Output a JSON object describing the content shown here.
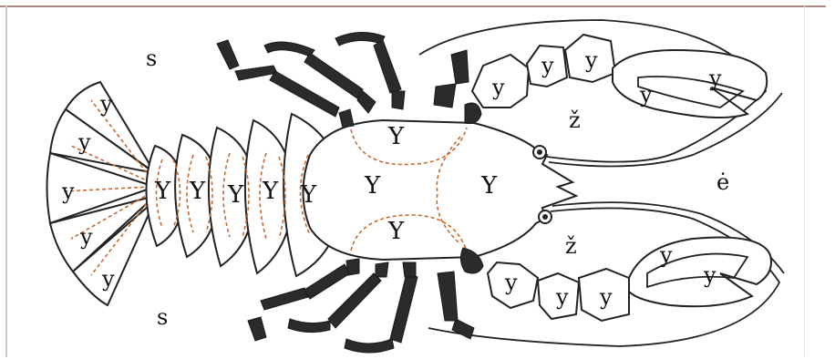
{
  "labels": {
    "s_top": "s",
    "s_bottom": "s",
    "e_dot": "ė",
    "z_top": "ž",
    "z_bottom": "ž",
    "tail_y1": "y",
    "tail_y2": "y",
    "tail_y3": "y",
    "tail_y4": "y",
    "tail_y5": "y",
    "abd_Y1": "Y",
    "abd_Y2": "Y",
    "abd_Y3": "Y",
    "abd_Y4": "Y",
    "abd_Y5": "Y",
    "ceph_Y_left": "Y",
    "ceph_Y_top": "Y",
    "ceph_Y_center": "Y",
    "ceph_Y_bottom": "Y",
    "claw_top_y1": "y",
    "claw_top_y2": "y",
    "claw_top_y3": "y",
    "claw_top_y4": "y",
    "claw_top_y5": "y",
    "claw_bot_y1": "y",
    "claw_bot_y2": "y",
    "claw_bot_y3": "y",
    "claw_bot_y4": "y",
    "claw_bot_y5": "y"
  }
}
